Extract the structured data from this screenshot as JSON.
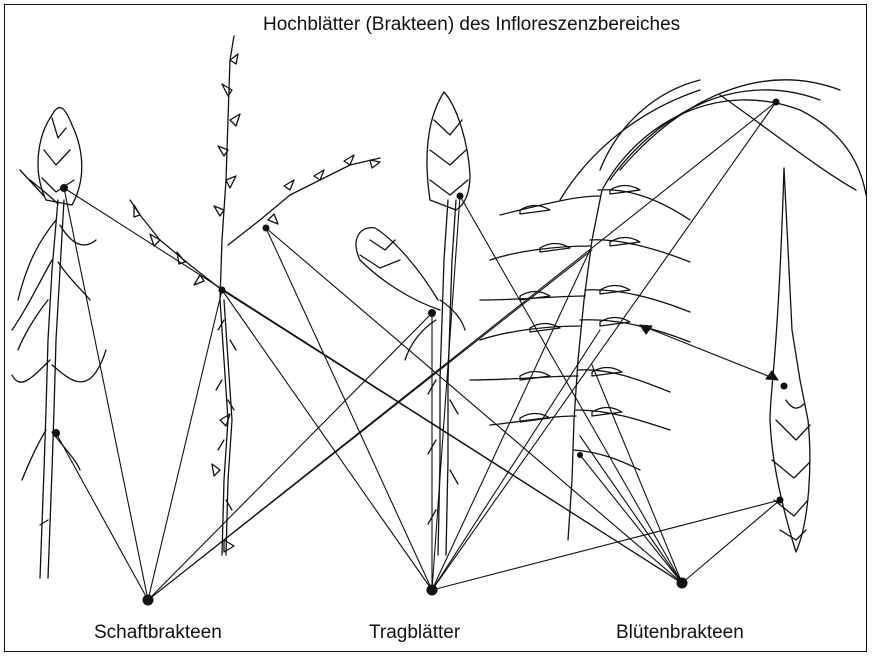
{
  "figure": {
    "title": "Hochblätter (Brakteen) des Infloreszenzbereiches",
    "labels": {
      "schaft": "Schaftbrakteen",
      "trag": "Tragblätter",
      "bluete": "Blütenbrakteen"
    }
  },
  "colors": {
    "ink": "#111111",
    "paper": "#ffffff"
  }
}
